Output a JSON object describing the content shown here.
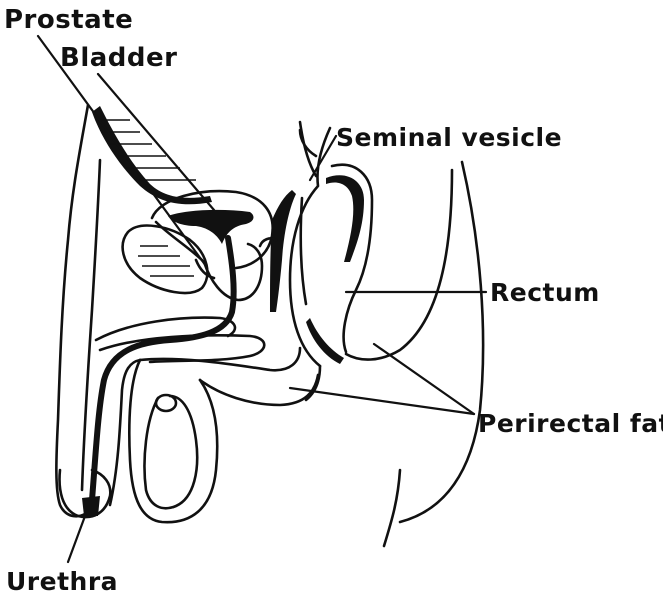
{
  "labels": {
    "prostate": "Prostate",
    "bladder": "Bladder",
    "seminal_vesicle": "Seminal vesicle",
    "rectum": "Rectum",
    "perirectal_fat": "Perirectal fat",
    "urethra": "Urethra"
  },
  "colors": {
    "ink": "#111111",
    "background": "#ffffff"
  }
}
